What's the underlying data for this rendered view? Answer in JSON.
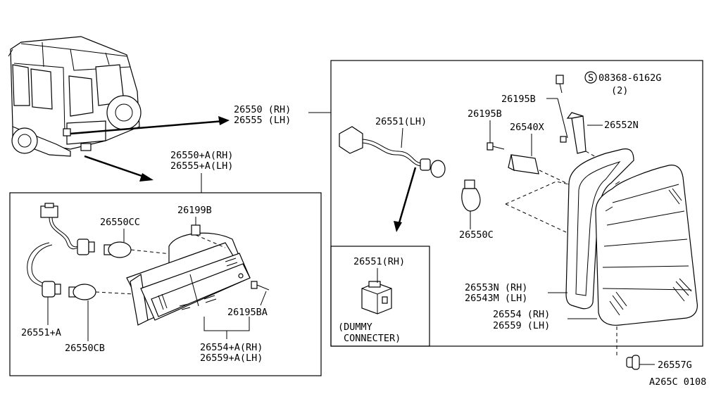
{
  "labels": {
    "p26550_rh": "26550 (RH)",
    "p26555_lh": "26555 (LH)",
    "p26550a_rh": "26550+A(RH)",
    "p26555a_lh": "26555+A(LH)",
    "p26199b": "26199B",
    "p26550cc": "26550CC",
    "p26195ba": "26195BA",
    "p26551a": "26551+A",
    "p26550cb": "26550CB",
    "p26554a_rh": "26554+A(RH)",
    "p26559a_lh": "26559+A(LH)",
    "p26551_lh": "26551(LH)",
    "p26195b_top": "26195B",
    "p26195b_mid": "26195B",
    "p26540x": "26540X",
    "p26552n": "26552N",
    "screw_code": "08368-6162G",
    "screw_qty": "(2)",
    "screw_symbol": "S",
    "p26550c": "26550C",
    "p26551_rh": "26551(RH)",
    "dummy_line1": "(DUMMY",
    "dummy_line2": "CONNECTER)",
    "p26553n_rh": "26553N (RH)",
    "p26543m_lh": "26543M (LH)",
    "p26554_rh": "26554 (RH)",
    "p26559_lh": "26559 (LH)",
    "p26557g": "26557G",
    "diagram_code": "A265C 0108"
  }
}
